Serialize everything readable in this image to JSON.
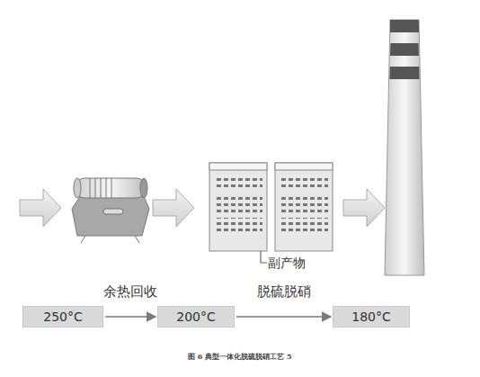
{
  "diagram": {
    "caption": "图 6 典型一体化脱硫脱硝工艺 5",
    "nodes": [
      {
        "text": [
          "250°C"
        ]
      },
      {
        "text": [
          "200°C"
        ]
      },
      {
        "text": [
          "180°C"
        ]
      }
    ],
    "edges": [
      {
        "from": 0,
        "to": 1,
        "arrow": "to",
        "label": "余热回收"
      },
      {
        "from": 1,
        "to": 2,
        "arrow": "to",
        "label": "脱硫脱硝"
      }
    ],
    "labels": [
      "副产物"
    ]
  }
}
